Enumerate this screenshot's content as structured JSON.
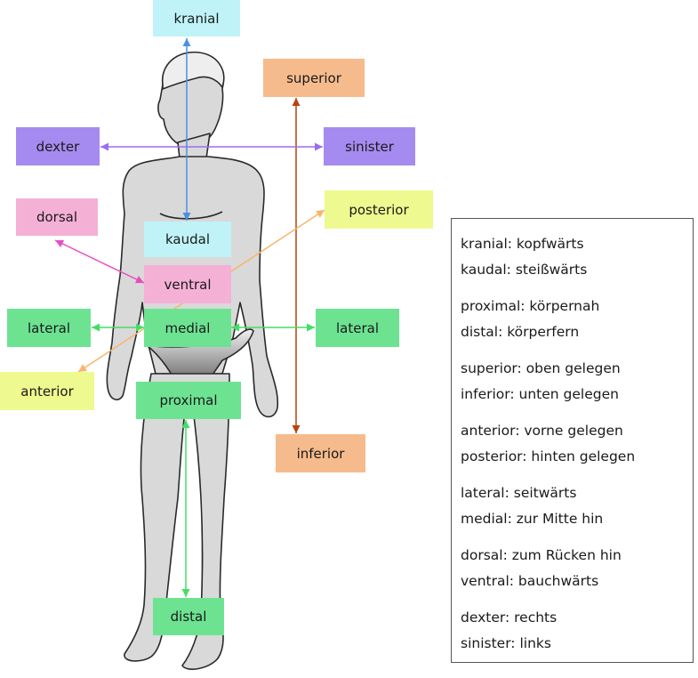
{
  "colors": {
    "cyan": "#bff3f7",
    "orange": "#f6bb8c",
    "purple": "#a58bf0",
    "pink": "#f5b0d6",
    "yellow": "#eef98f",
    "green": "#6de392",
    "body_fill": "#d9d9d9",
    "body_stroke": "#2a2a2a",
    "arrow_blue": "#4a90e2",
    "arrow_darkred": "#b8420c",
    "arrow_purple": "#9b6cf0",
    "arrow_pink": "#e84cc0",
    "arrow_orange": "#f5b66b",
    "arrow_green": "#44dd66"
  },
  "labels": {
    "kranial": "kranial",
    "superior": "superior",
    "dexter": "dexter",
    "sinister": "sinister",
    "posterior": "posterior",
    "dorsal": "dorsal",
    "kaudal": "kaudal",
    "ventral": "ventral",
    "lateral_left": "lateral",
    "medial": "medial",
    "lateral_right": "lateral",
    "anterior": "anterior",
    "proximal": "proximal",
    "inferior": "inferior",
    "distal": "distal"
  },
  "legend": [
    [
      "kranial: kopfwärts",
      "kaudal: steißwärts"
    ],
    [
      "proximal: körpernah",
      "distal: körperfern"
    ],
    [
      "superior: oben gelegen",
      "inferior: unten gelegen"
    ],
    [
      "anterior: vorne gelegen",
      "posterior: hinten gelegen"
    ],
    [
      "lateral: seitwärts",
      "medial: zur Mitte hin"
    ],
    [
      "dorsal: zum Rücken hin",
      "ventral: bauchwärts"
    ],
    [
      "dexter: rechts",
      "sinister: links"
    ]
  ]
}
